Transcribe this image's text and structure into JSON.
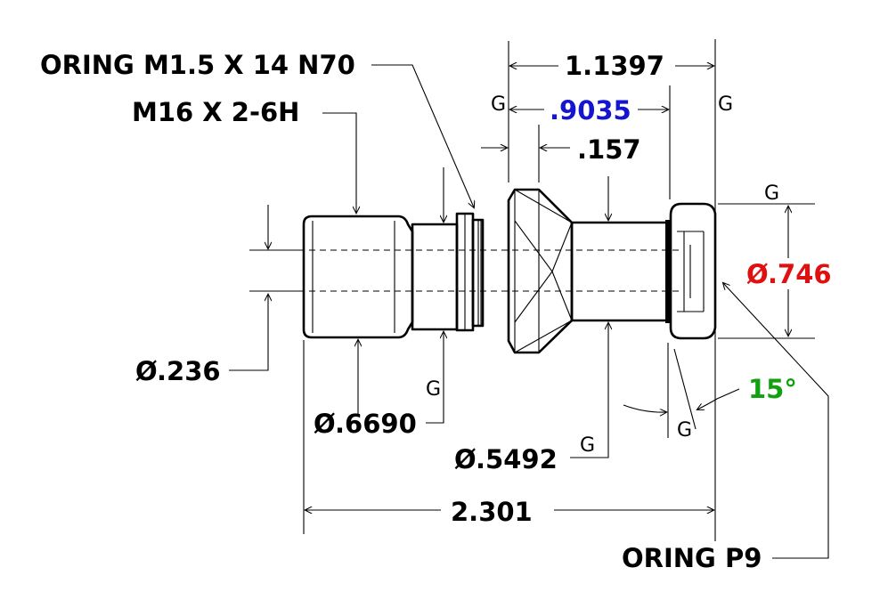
{
  "labels": {
    "oring_top": "ORING M1.5 X 14 N70",
    "thread": "M16 X 2-6H",
    "dim_1_1397": "1.1397",
    "dim_9035": ".9035",
    "dim_157": ".157",
    "dia_746": "Ø.746",
    "dia_236": "Ø.236",
    "dia_6690": "Ø.6690",
    "dia_5492": "Ø.5492",
    "angle_15": "15°",
    "dim_2_301": "2.301",
    "oring_p9": "ORING P9",
    "g": "G"
  },
  "colors": {
    "line": "#000000",
    "blue": "#1515d0",
    "red": "#e01010",
    "green": "#10a010"
  }
}
